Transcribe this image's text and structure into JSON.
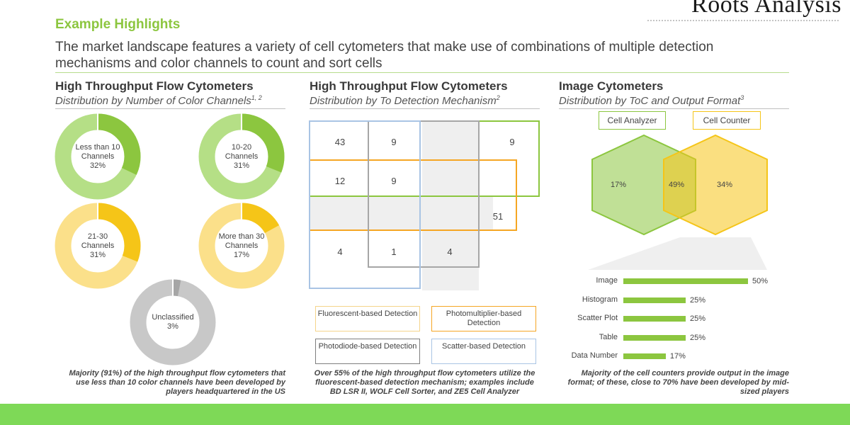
{
  "brand": "Roots Analysis",
  "header": {
    "title": "Example Highlights",
    "lead": "The market landscape features a variety of cell cytometers that make use of combinations of multiple detection mechanisms and color channels to count and sort cells"
  },
  "sections": {
    "left": {
      "title": "High Throughput Flow Cytometers",
      "subtitle": "Distribution by Number of Color Channels",
      "sup": "1, 2",
      "note": "Majority (91%) of the high throughput flow cytometers that use less than 10 color channels have been developed by players headquartered in the US"
    },
    "middle": {
      "title": "High Throughput Flow Cytometers",
      "subtitle": "Distribution by To Detection Mechanism",
      "sup": "2",
      "note": "Over 55% of the high throughput flow cytometers utilize the fluorescent-based detection mechanism; examples include BD LSR II, WOLF Cell Sorter, and ZE5 Cell Analyzer"
    },
    "right": {
      "title": "Image Cytometers",
      "subtitle": "Distribution by ToC and Output Format",
      "sup": "3",
      "note": "Majority of the cell counters provide output in the image format; of these, close to 70% have been developed by mid-sized players"
    }
  },
  "chart_data": [
    {
      "type": "pie",
      "title": "Distribution by Number of Color Channels",
      "donuts": [
        {
          "label": "Less than 10 Channels",
          "percent": 32,
          "pct_label": "32%",
          "color": "#8cc63f",
          "light": "#b5df86"
        },
        {
          "label": "10-20 Channels",
          "percent": 31,
          "pct_label": "31%",
          "color": "#8cc63f",
          "light": "#b5df86"
        },
        {
          "label": "21-30 Channels",
          "percent": 31,
          "pct_label": "31%",
          "color": "#f5c518",
          "light": "#fbe08a"
        },
        {
          "label": "More than 30 Channels",
          "percent": 17,
          "pct_label": "17%",
          "color": "#f5c518",
          "light": "#fbe08a"
        },
        {
          "label": "Unclassified",
          "percent": 3,
          "pct_label": "3%",
          "color": "#a6a6a6",
          "light": "#c8c8c8"
        }
      ]
    },
    {
      "type": "table",
      "title": "Distribution by To Detection Mechanism",
      "values": [
        "43",
        "9",
        "9",
        "12",
        "9",
        "51",
        "4",
        "1",
        "4"
      ],
      "legend": [
        {
          "name": "Fluorescent-based Detection",
          "color": "#8cc63f"
        },
        {
          "name": "Photomultiplier-based Detection",
          "color": "#f5a623"
        },
        {
          "name": "Photodiode-based Detection",
          "color": "#a6a6a6"
        },
        {
          "name": "Scatter-based Detection",
          "color": "#a9c4e4"
        }
      ]
    },
    {
      "type": "bar",
      "title": "Distribution by ToC and Output Format",
      "venn": {
        "left_label": "Cell Analyzer",
        "right_label": "Cell Counter",
        "left": "17%",
        "overlap": "49%",
        "right": "34%"
      },
      "categories": [
        "Image",
        "Histogram",
        "Scatter Plot",
        "Table",
        "Data Number"
      ],
      "values": [
        50,
        25,
        25,
        25,
        17
      ],
      "value_labels": [
        "50%",
        "25%",
        "25%",
        "25%",
        "17%"
      ]
    }
  ]
}
